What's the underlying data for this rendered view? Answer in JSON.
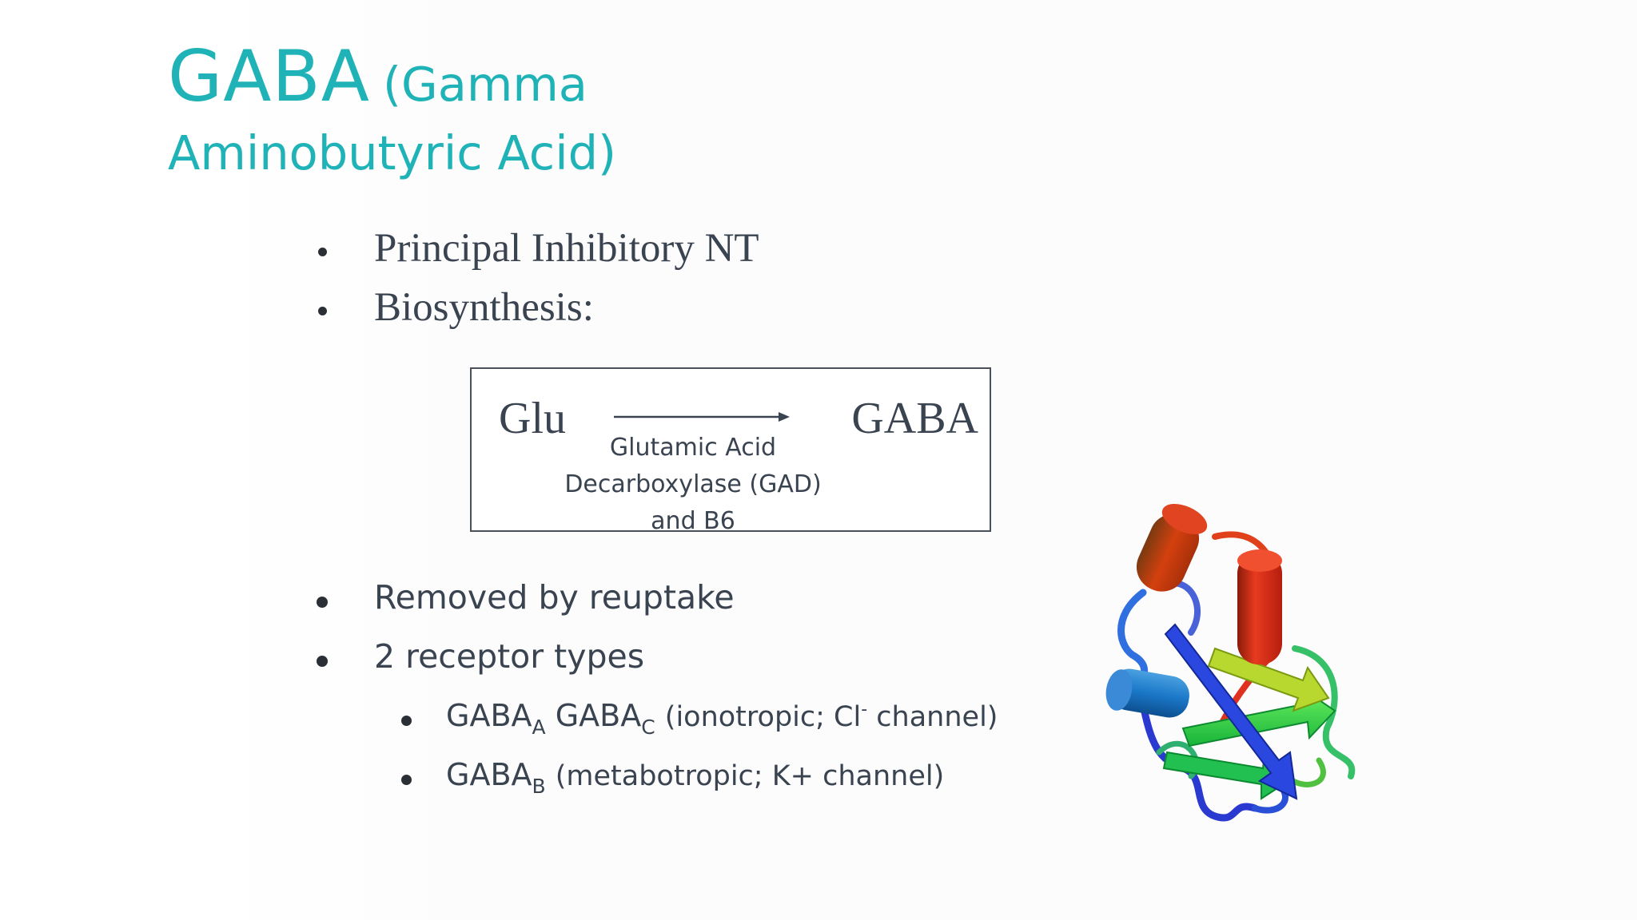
{
  "slide": {
    "title": {
      "main": "GABA",
      "sub_line1": "(Gamma",
      "sub_line2": "Aminobutyric Acid)"
    },
    "bullets_top": [
      "Principal Inhibitory NT",
      "Biosynthesis:"
    ],
    "reaction": {
      "substrate": "Glu",
      "product": "GABA",
      "enzyme_lines": [
        "Glutamic Acid",
        "Decarboxylase (GAD)",
        "and B6"
      ]
    },
    "bullets_bottom": [
      "Removed by reuptake",
      "2 receptor types"
    ],
    "sub_bullets": {
      "gaba_a": {
        "base": "GABA",
        "sub": "A"
      },
      "gaba_c": {
        "base": "GABA",
        "sub": "C"
      },
      "ionotropic_open": "(ionotropic; Cl",
      "cl_charge": "-",
      "ionotropic_close": " channel)",
      "gaba_b": {
        "base": "GABA",
        "sub": "B"
      },
      "metabotropic": "(metabotropic; K+ channel)"
    },
    "protein_image": "protein-ribbon-structure",
    "colors": {
      "title": "#1fb3b8",
      "body_text": "#3a4350",
      "box_border": "#4a5058"
    }
  }
}
